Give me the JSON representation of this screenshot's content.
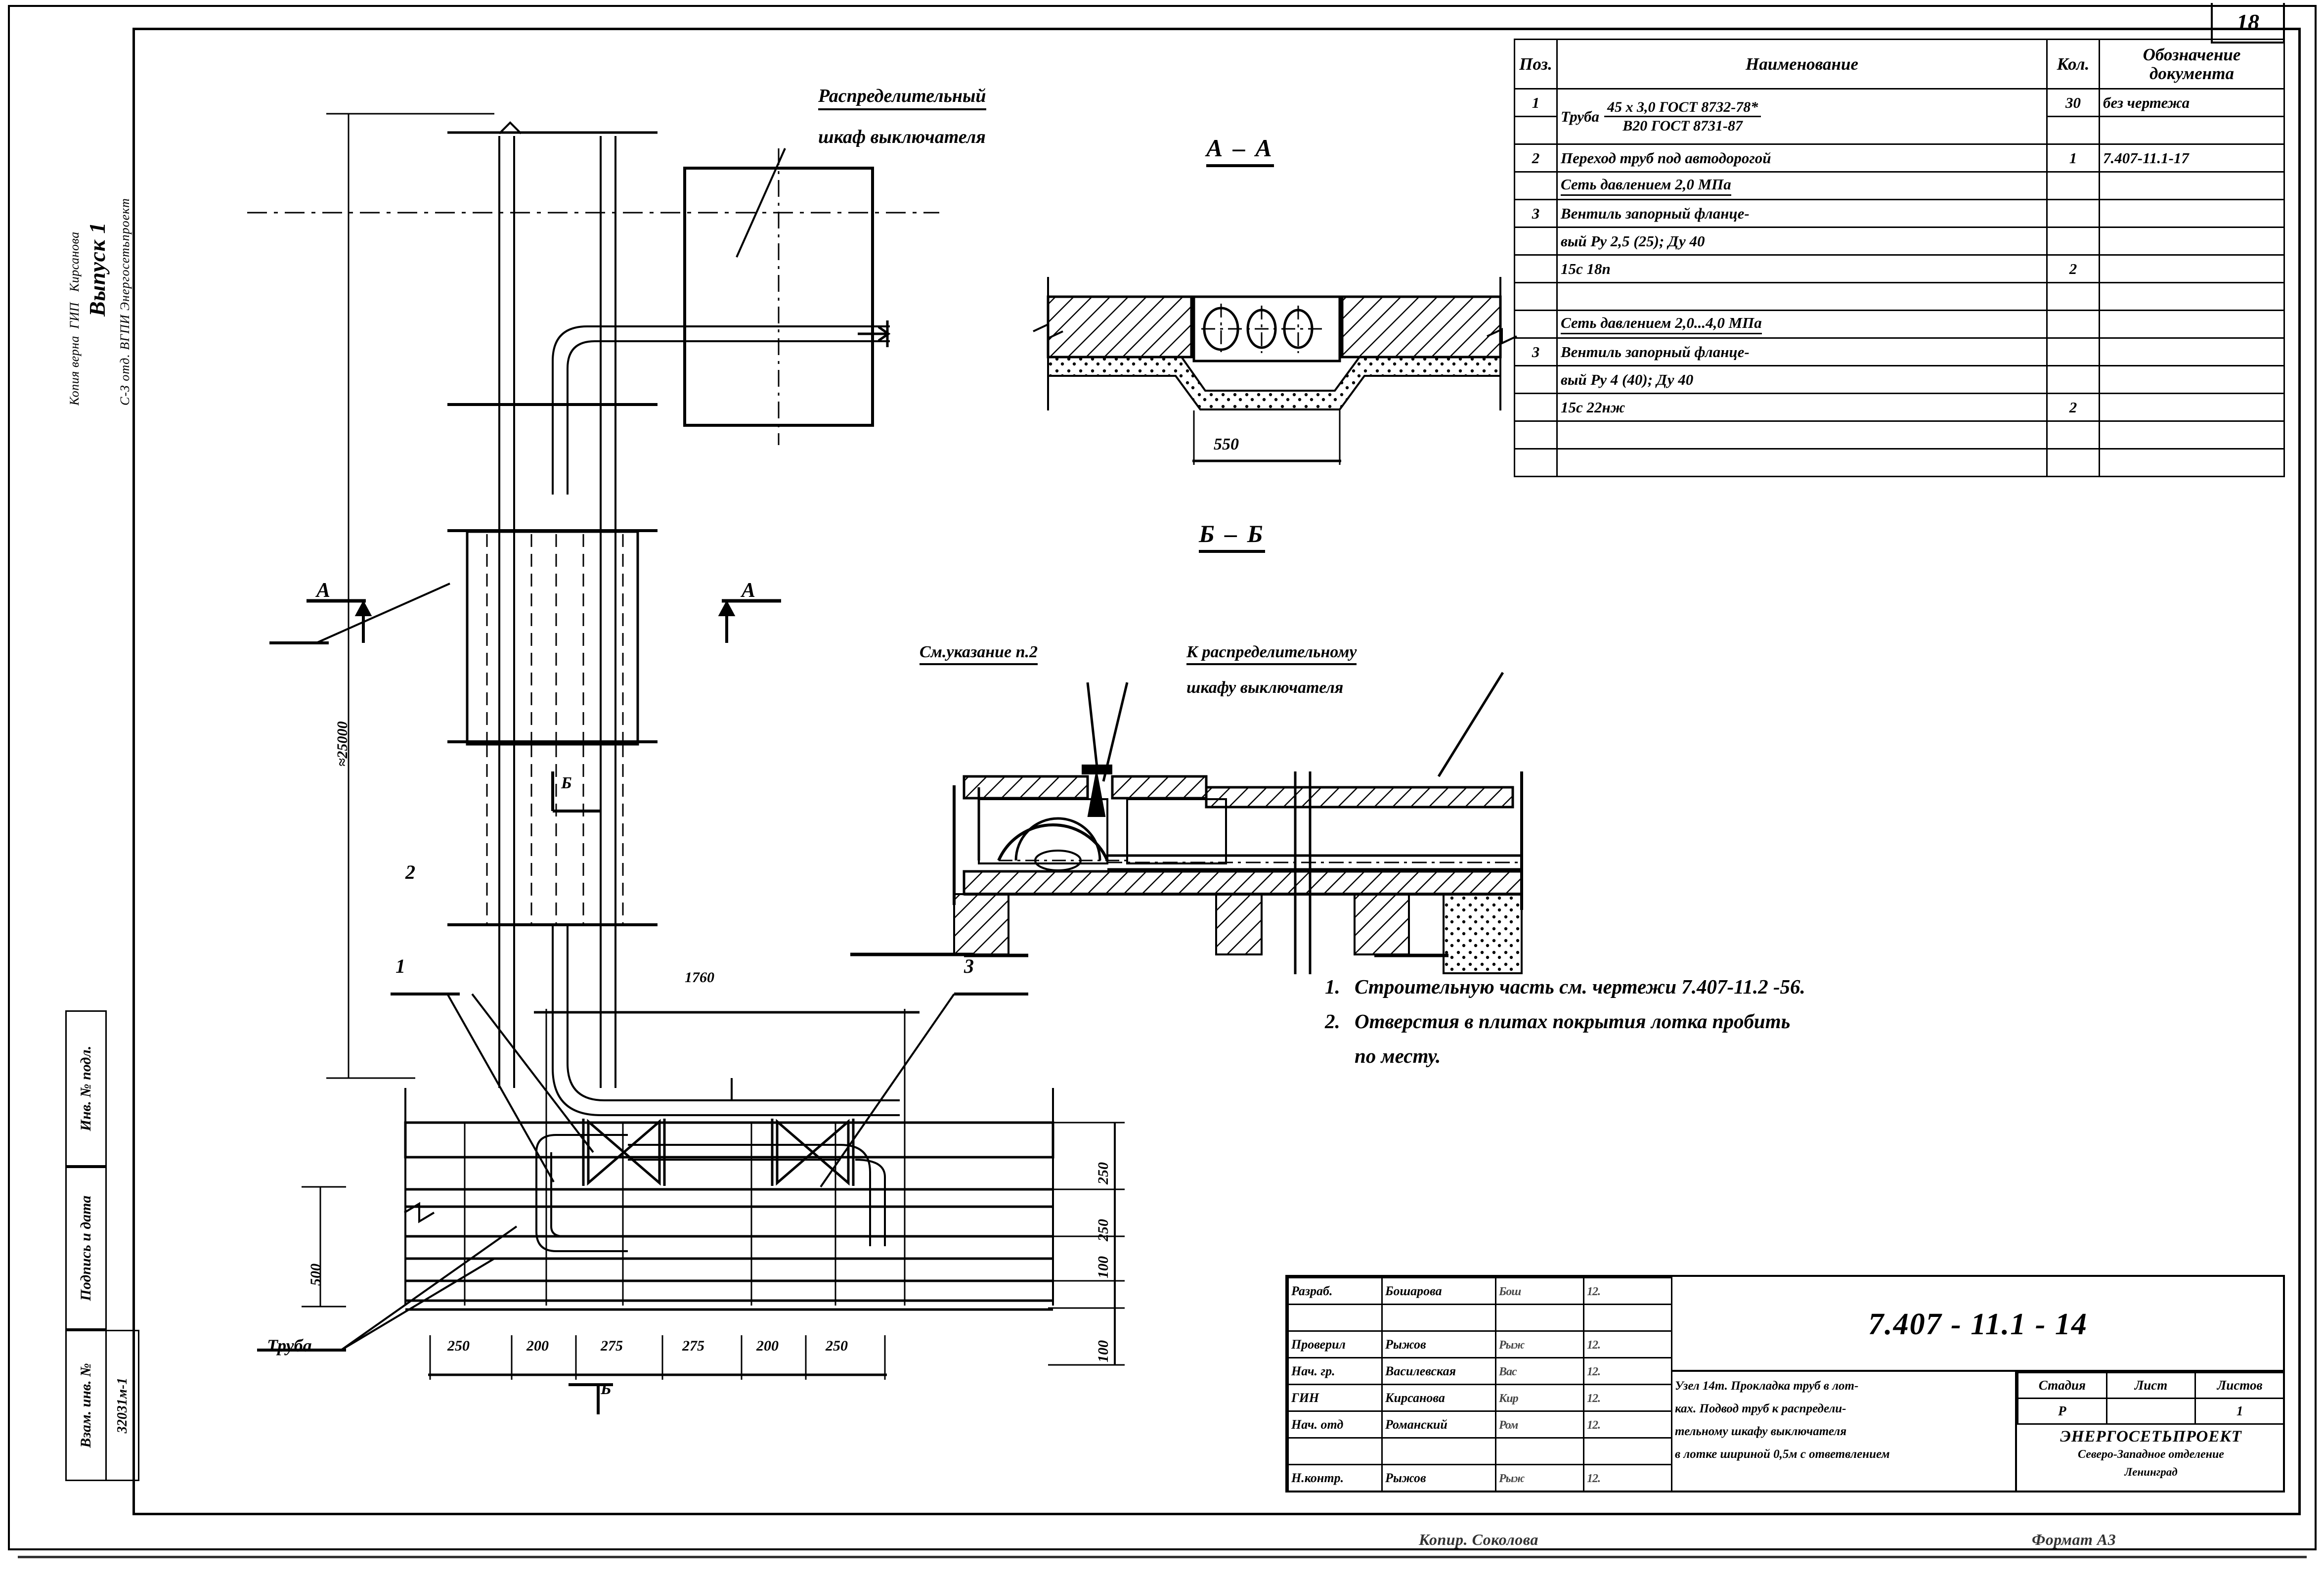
{
  "sheet": {
    "page_number": "18",
    "issue_label": "Выпуск 1",
    "copy_stamp_line1": "Копия верна  ГИП   Кирсанова",
    "copy_stamp_line2": "С-З отд. ВГПИ Энергосетьпроект",
    "margin_inv_podl": "Инв. № подл.",
    "margin_podpis_data": "Подпись и дата",
    "margin_vzam_inv": "Взам. инв. №",
    "margin_code": "32031м-1",
    "footer_copier": "Копир. Соколова",
    "footer_format": "Формат А3"
  },
  "spec_table": {
    "headers": {
      "pos": "Поз.",
      "name": "Наименование",
      "qty": "Кол.",
      "doc_line1": "Обозначение",
      "doc_line2": "документа"
    },
    "rows": [
      {
        "pos": "1",
        "name_prefix": "Труба",
        "frac_num": "45 х 3,0 ГОСТ 8732-78*",
        "frac_den": "В20  ГОСТ 8731-87",
        "qty": "30",
        "doc": "без чертежа"
      },
      {
        "pos": "",
        "name": "",
        "qty": "",
        "doc": ""
      },
      {
        "pos": "2",
        "name": "Переход труб под автодорогой",
        "qty": "1",
        "doc": "7.407-11.1-17"
      },
      {
        "pos": "",
        "name": "Сеть давлением 2,0 МПа",
        "name_underline": true,
        "qty": "",
        "doc": ""
      },
      {
        "pos": "3",
        "name": "Вентиль запорный фланце-",
        "qty": "",
        "doc": ""
      },
      {
        "pos": "",
        "name": "вый Ру 2,5 (25); Ду 40",
        "qty": "",
        "doc": ""
      },
      {
        "pos": "",
        "name": "15с 18п",
        "qty": "2",
        "doc": ""
      },
      {
        "pos": "",
        "name": "",
        "qty": "",
        "doc": ""
      },
      {
        "pos": "",
        "name": "Сеть давлением  2,0...4,0 МПа",
        "name_underline": true,
        "qty": "",
        "doc": ""
      },
      {
        "pos": "3",
        "name": "Вентиль запорный фланце-",
        "qty": "",
        "doc": ""
      },
      {
        "pos": "",
        "name": "вый Ру 4 (40); Ду 40",
        "qty": "",
        "doc": ""
      },
      {
        "pos": "",
        "name": "15с 22нж",
        "qty": "2",
        "doc": ""
      },
      {
        "pos": "",
        "name": "",
        "qty": "",
        "doc": ""
      },
      {
        "pos": "",
        "name": "",
        "qty": "",
        "doc": ""
      }
    ]
  },
  "notes": [
    {
      "num": "1.",
      "text": "Строительную   часть  см. чертежи  7.407-11.2 -56."
    },
    {
      "num": "2.",
      "text": "Отверстия в плитах   покрытия   лотка пробить"
    },
    {
      "num": "",
      "text": "по месту."
    }
  ],
  "title_block": {
    "code": "7.407 - 11.1 - 14",
    "description_lines": [
      "Узел 14т. Прокладка  труб в лот-",
      "ках. Подвод  труб  к распредели-",
      "тельному  шкафу выключателя",
      "в лотке шириной 0,5м с ответвлением"
    ],
    "stage_headers": {
      "stage": "Стадия",
      "sheet": "Лист",
      "sheets": "Листов"
    },
    "stage_values": {
      "stage": "Р",
      "sheet": "",
      "sheets": "1"
    },
    "organization": {
      "name": "ЭНЕРГОСЕТЬПРОЕКТ",
      "branch": "Северо-Западное отделение",
      "city": "Ленинград"
    },
    "persons": [
      {
        "role": "Разраб.",
        "name": "Бошарова",
        "sign": "Бош",
        "date": "12."
      },
      {
        "role": "",
        "name": "",
        "sign": "",
        "date": ""
      },
      {
        "role": "Проверил",
        "name": "Рыжов",
        "sign": "Рыж",
        "date": "12."
      },
      {
        "role": "Нач. гр.",
        "name": "Василевская",
        "sign": "Вас",
        "date": "12."
      },
      {
        "role": "ГИН",
        "name": "Кирсанова",
        "sign": "Кир",
        "date": "12."
      },
      {
        "role": "Нач. отд",
        "name": "Романский",
        "sign": "Ром",
        "date": "12."
      },
      {
        "role": "",
        "name": "",
        "sign": "",
        "date": ""
      },
      {
        "role": "Н.контр.",
        "name": "Рыжов",
        "sign": "Рыж",
        "date": "12."
      }
    ]
  },
  "drawing": {
    "labels": {
      "cabinet_l1": "Распределительный",
      "cabinet_l2": "шкаф выключателя",
      "section_aa": "А – А",
      "section_bb": "Б – Б",
      "note_ref": "См.указание п.2",
      "to_cabinet_l1": "К распределительному",
      "to_cabinet_l2": "шкафу выключателя",
      "pipe": "Труба"
    },
    "section_marks": {
      "a_left": "А",
      "a_right": "А",
      "b": "Б"
    },
    "callouts": {
      "item1": "1",
      "item2": "2",
      "item3": "3"
    },
    "dimensions": {
      "height_total": "≈25000",
      "aa_width": "550",
      "run_length": "1760",
      "depth_500": "500",
      "bottom_chain": [
        "250",
        "200",
        "275",
        "275",
        "200",
        "250"
      ],
      "right_chain": [
        "250",
        "250",
        "100",
        "100"
      ]
    }
  }
}
